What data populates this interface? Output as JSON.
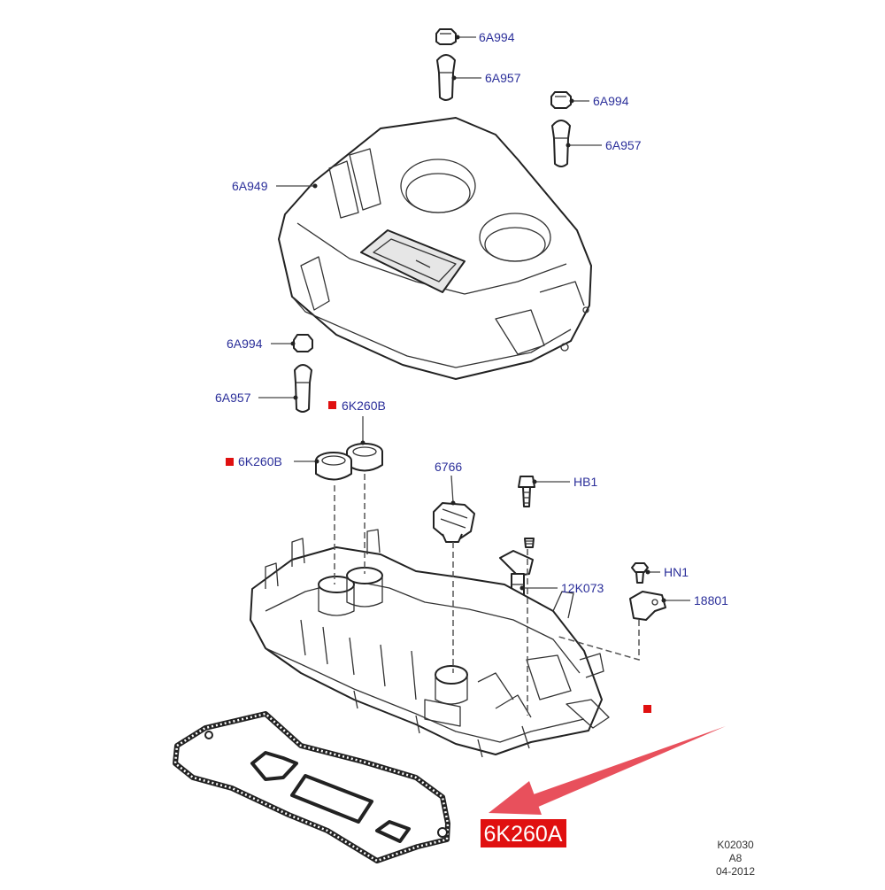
{
  "labels": {
    "cap_top": "6A994",
    "stud_top": "6A957",
    "cap_right": "6A994",
    "stud_right": "6A957",
    "cover": "6A949",
    "cap_left": "6A994",
    "stud_left": "6A957",
    "seal_upper": "6K260B",
    "seal_lower": "6K260B",
    "oil_cap": "6766",
    "bolt": "HB1",
    "sensor": "12K073",
    "nut": "HN1",
    "bracket": "18801",
    "gasket": "6K260A"
  },
  "footer": {
    "code": "K02030",
    "rev": "A8",
    "date": "04-2012"
  },
  "colors": {
    "label_text": "#2b2f9a",
    "marker": "#e01010",
    "highlight_bg": "#e01010",
    "highlight_text": "#ffffff",
    "arrow": "#e8505c"
  }
}
